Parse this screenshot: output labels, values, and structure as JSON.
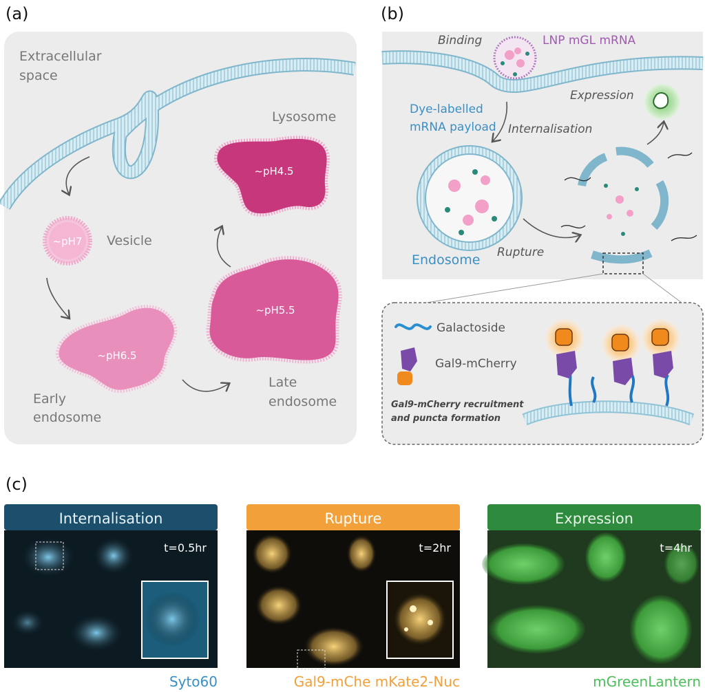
{
  "panel_a": {
    "letter": "(a)",
    "extracellular": [
      "Extracellular",
      "space"
    ],
    "lysosome": "Lysosome",
    "ph_lysosome": "~pH4.5",
    "ph_vesicle": "~pH7",
    "vesicle": "Vesicle",
    "ph_late": "~pH5.5",
    "ph_early": "~pH6.5",
    "early": [
      "Early",
      "endosome"
    ],
    "late": [
      "Late",
      "endosome"
    ]
  },
  "panel_b": {
    "letter": "(b)",
    "binding": "Binding",
    "lnp": "LNP mGL mRNA",
    "expression": "Expression",
    "payload": [
      "Dye-labelled",
      "mRNA payload"
    ],
    "internalisation": "Internalisation",
    "endosome": "Endosome",
    "rupture": "Rupture",
    "galactoside": "Galactoside",
    "gal9": "Gal9-mCherry",
    "caption": [
      "Gal9-mCherry recruitment",
      "and puncta formation"
    ]
  },
  "panel_c": {
    "letter": "(c)",
    "panels": [
      {
        "title": "Internalisation",
        "time": "t=0.5hr",
        "label": "Syto60",
        "color": "#1c4f6b",
        "label_color": "#3a8fc4"
      },
      {
        "title": "Rupture",
        "time": "t=2hr",
        "label": "Gal9-mChe mKate2-Nuc",
        "color": "#f2a03a",
        "label_color": "#f2a03a"
      },
      {
        "title": "Expression",
        "time": "t=4hr",
        "label": "mGreenLantern",
        "color": "#2e8b3e",
        "label_color": "#4cbf5a"
      }
    ]
  },
  "colors": {
    "membrane": "#8fc3d6",
    "magenta_dark": "#c7377b",
    "magenta_mid": "#d95a99",
    "pink_light": "#f3b3d2",
    "blue_text": "#3a8fc4",
    "purple_text": "#a05aae",
    "grey_text": "#666666"
  }
}
